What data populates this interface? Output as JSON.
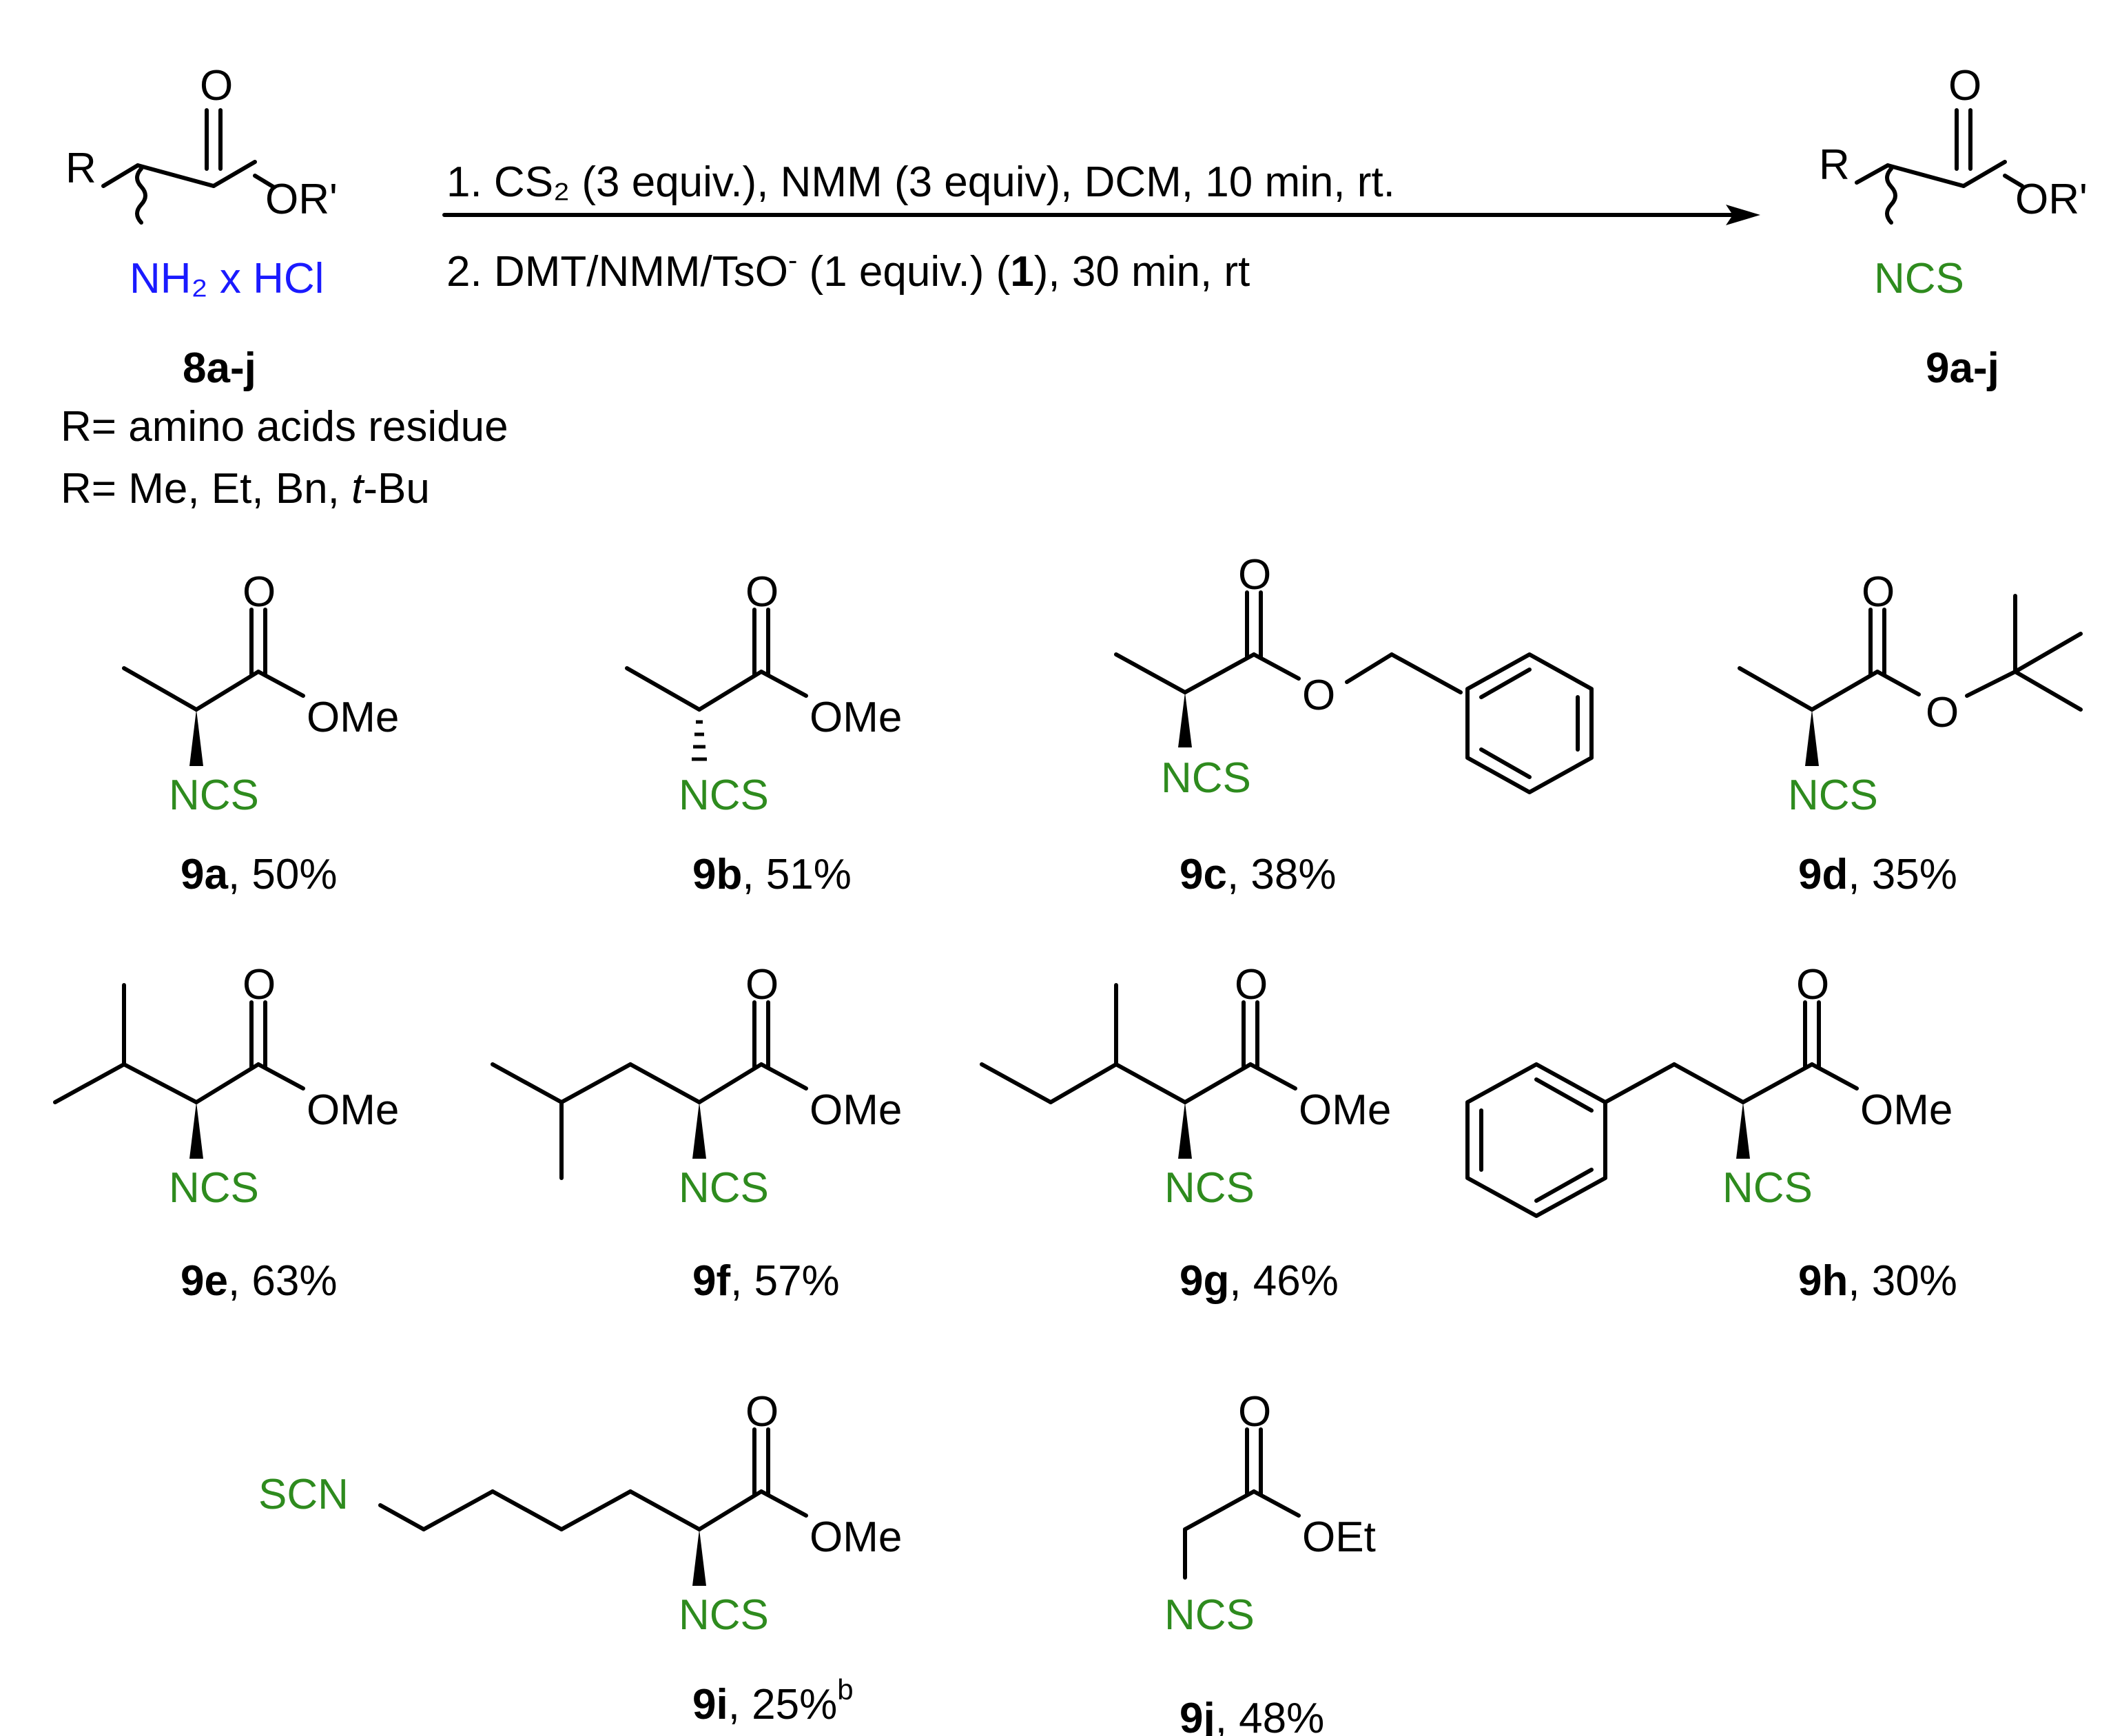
{
  "colors": {
    "bond": "#000000",
    "amine_salt": "#1a1aff",
    "isothiocyanate": "#2e8b1e",
    "text": "#000000"
  },
  "reaction": {
    "reactant": {
      "R": "R",
      "carbonyl_O": "O",
      "ester": "OR'",
      "amine_salt": "NH₂ x HCl",
      "id": "8a-j",
      "note1": "R= amino acids residue",
      "note2_prefix": "R= Me, Et, Bn, ",
      "note2_italic": "t",
      "note2_suffix": "-Bu"
    },
    "conditions": {
      "step1": "1. CS₂ (3 equiv.), NMM (3 equiv), DCM, 10 min, rt.",
      "step2_a": "2. DMT/NMM/TsO",
      "step2_sup": "-",
      "step2_b": " (1 equiv.) (",
      "step2_bold": "1",
      "step2_c": "), 30 min, rt"
    },
    "product": {
      "R": "R",
      "carbonyl_O": "O",
      "ester": "OR'",
      "ncs": "NCS",
      "id": "9a-j"
    }
  },
  "atoms": {
    "O": "O",
    "NCS": "NCS",
    "SCN": "SCN",
    "OMe": "OMe",
    "OEt": "OEt"
  },
  "compounds": [
    {
      "id": "9a",
      "yield": ", 50%",
      "note": ""
    },
    {
      "id": "9b",
      "yield": ", 51%",
      "note": ""
    },
    {
      "id": "9c",
      "yield": ", 38%",
      "note": ""
    },
    {
      "id": "9d",
      "yield": ", 35%",
      "note": ""
    },
    {
      "id": "9e",
      "yield": ", 63%",
      "note": ""
    },
    {
      "id": "9f",
      "yield": ", 57%",
      "note": ""
    },
    {
      "id": "9g",
      "yield": ", 46%",
      "note": ""
    },
    {
      "id": "9h",
      "yield": ", 30%",
      "note": ""
    },
    {
      "id": "9i",
      "yield": ", 25%",
      "note": "b"
    },
    {
      "id": "9j",
      "yield": ", 48%",
      "note": ""
    }
  ]
}
